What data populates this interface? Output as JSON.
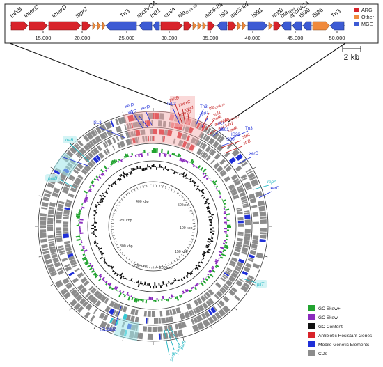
{
  "linear_map": {
    "scale_bar_label": "2 kb",
    "ticks": [
      "15,000",
      "20,000",
      "25,000",
      "30,000",
      "35,000",
      "40,000",
      "45,000",
      "50,000"
    ],
    "gene_labels": [
      {
        "text": "tnfxB"
      },
      {
        "text": "tmexC"
      },
      {
        "text": "tmexD"
      },
      {
        "text": "toprJ"
      },
      {
        "text": "Tn3"
      },
      {
        "text": "spoIVCA"
      },
      {
        "text": "IntI1"
      },
      {
        "text": "cmlA"
      },
      {
        "text": "bla",
        "sub": "OXA-10"
      },
      {
        "text": "aac6-IIa"
      },
      {
        "text": "IS3"
      },
      {
        "text": "aac3-IId"
      },
      {
        "text": "IS91"
      },
      {
        "text": "rmtB"
      },
      {
        "text": "bla",
        "sub": "TEM"
      },
      {
        "text": "spoIVCA"
      },
      {
        "text": "IS30"
      },
      {
        "text": "IS26"
      },
      {
        "text": "Tn3"
      }
    ],
    "legend": [
      {
        "label": "ARG",
        "color": "#d8232a"
      },
      {
        "label": "Other",
        "color": "#f08a3c"
      },
      {
        "label": "MGE",
        "color": "#3d5bd4"
      }
    ]
  },
  "circular_map": {
    "ring_ticks": [
      "400 kbp",
      "50 kbp",
      "350 kbp",
      "100 kbp",
      "300 kbp",
      "150 kbp",
      "250 kbp",
      "200 kbp"
    ],
    "arg_labels": [
      {
        "text": "tnfxB"
      },
      {
        "text": "tmexC"
      },
      {
        "text": "toprJ"
      },
      {
        "text": "tmexD"
      },
      {
        "text": "bla",
        "sub": "OXA-10"
      },
      {
        "text": "sul1"
      },
      {
        "text": "cmlA"
      },
      {
        "text": "aac6-IIa"
      },
      {
        "text": "bla",
        "sub": "OXA-10"
      },
      {
        "text": "aac3-IId"
      },
      {
        "text": "cmlA"
      },
      {
        "text": "strA"
      },
      {
        "text": "strB"
      }
    ],
    "mge_labels": [
      {
        "text": "ISL3"
      },
      {
        "text": "xerD"
      },
      {
        "text": "xerD"
      },
      {
        "text": "xerD"
      },
      {
        "text": "ISL3"
      },
      {
        "text": "Tn3"
      },
      {
        "text": "xerD"
      },
      {
        "text": "IS3"
      },
      {
        "text": "IS91"
      },
      {
        "text": "IS26"
      },
      {
        "text": "IS30"
      },
      {
        "text": "Tn3"
      },
      {
        "text": "xerD"
      },
      {
        "text": "xerD"
      },
      {
        "text": "ISL1182"
      }
    ],
    "other_labels": [
      {
        "text": "traB"
      },
      {
        "text": "parB"
      },
      {
        "text": "repA"
      },
      {
        "text": "pilT"
      },
      {
        "text": "parB"
      },
      {
        "text": "parA"
      },
      {
        "text": "parB"
      }
    ]
  },
  "legend": [
    {
      "label": "GC Skew+",
      "color": "#22a330"
    },
    {
      "label": "GC Skew-",
      "color": "#8a2bbd"
    },
    {
      "label": "GC Content",
      "color": "#111111"
    },
    {
      "label": "Antibiotic Resistant Genes",
      "color": "#d8232a"
    },
    {
      "label": "Mobile Genetic Elements",
      "color": "#1f2fd8"
    },
    {
      "label": "CDs",
      "color": "#8c8c8c"
    }
  ]
}
